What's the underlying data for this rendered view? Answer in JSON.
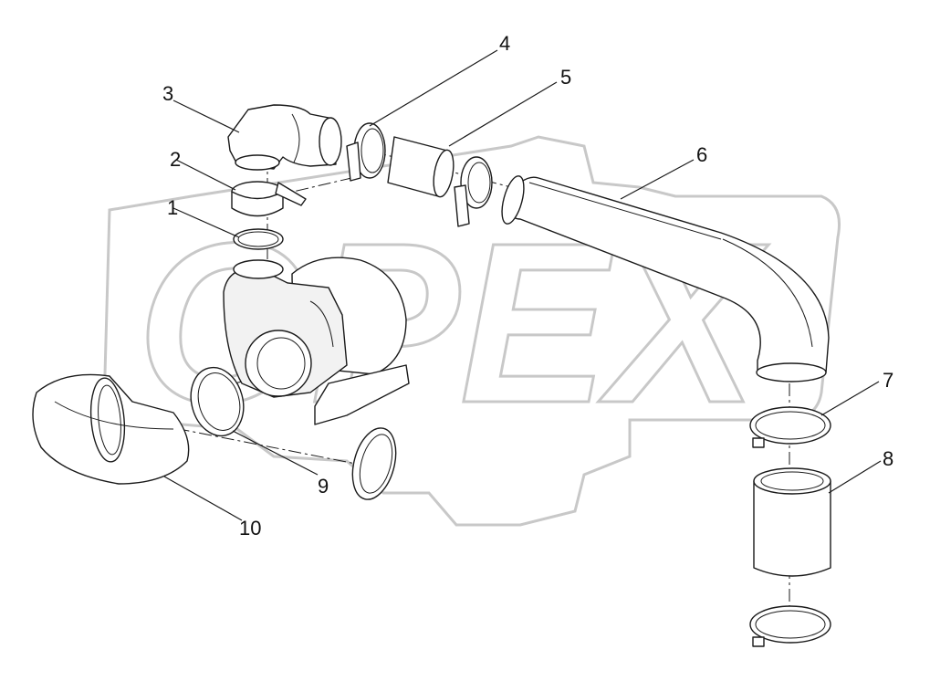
{
  "watermark": {
    "text": "OPEX",
    "color": "#c8c8c8"
  },
  "callouts": [
    "1",
    "2",
    "3",
    "4",
    "5",
    "6",
    "7",
    "8",
    "9",
    "10"
  ],
  "parts": [
    "o-ring",
    "clamp-2",
    "elbow-outlet",
    "clamp-4",
    "hose-5",
    "pipe-6",
    "hose-clamp-7",
    "hose-8",
    "hose-clamp-9",
    "elbow-intake-10",
    "turbocharger"
  ],
  "line_color": "#1a1a1a"
}
